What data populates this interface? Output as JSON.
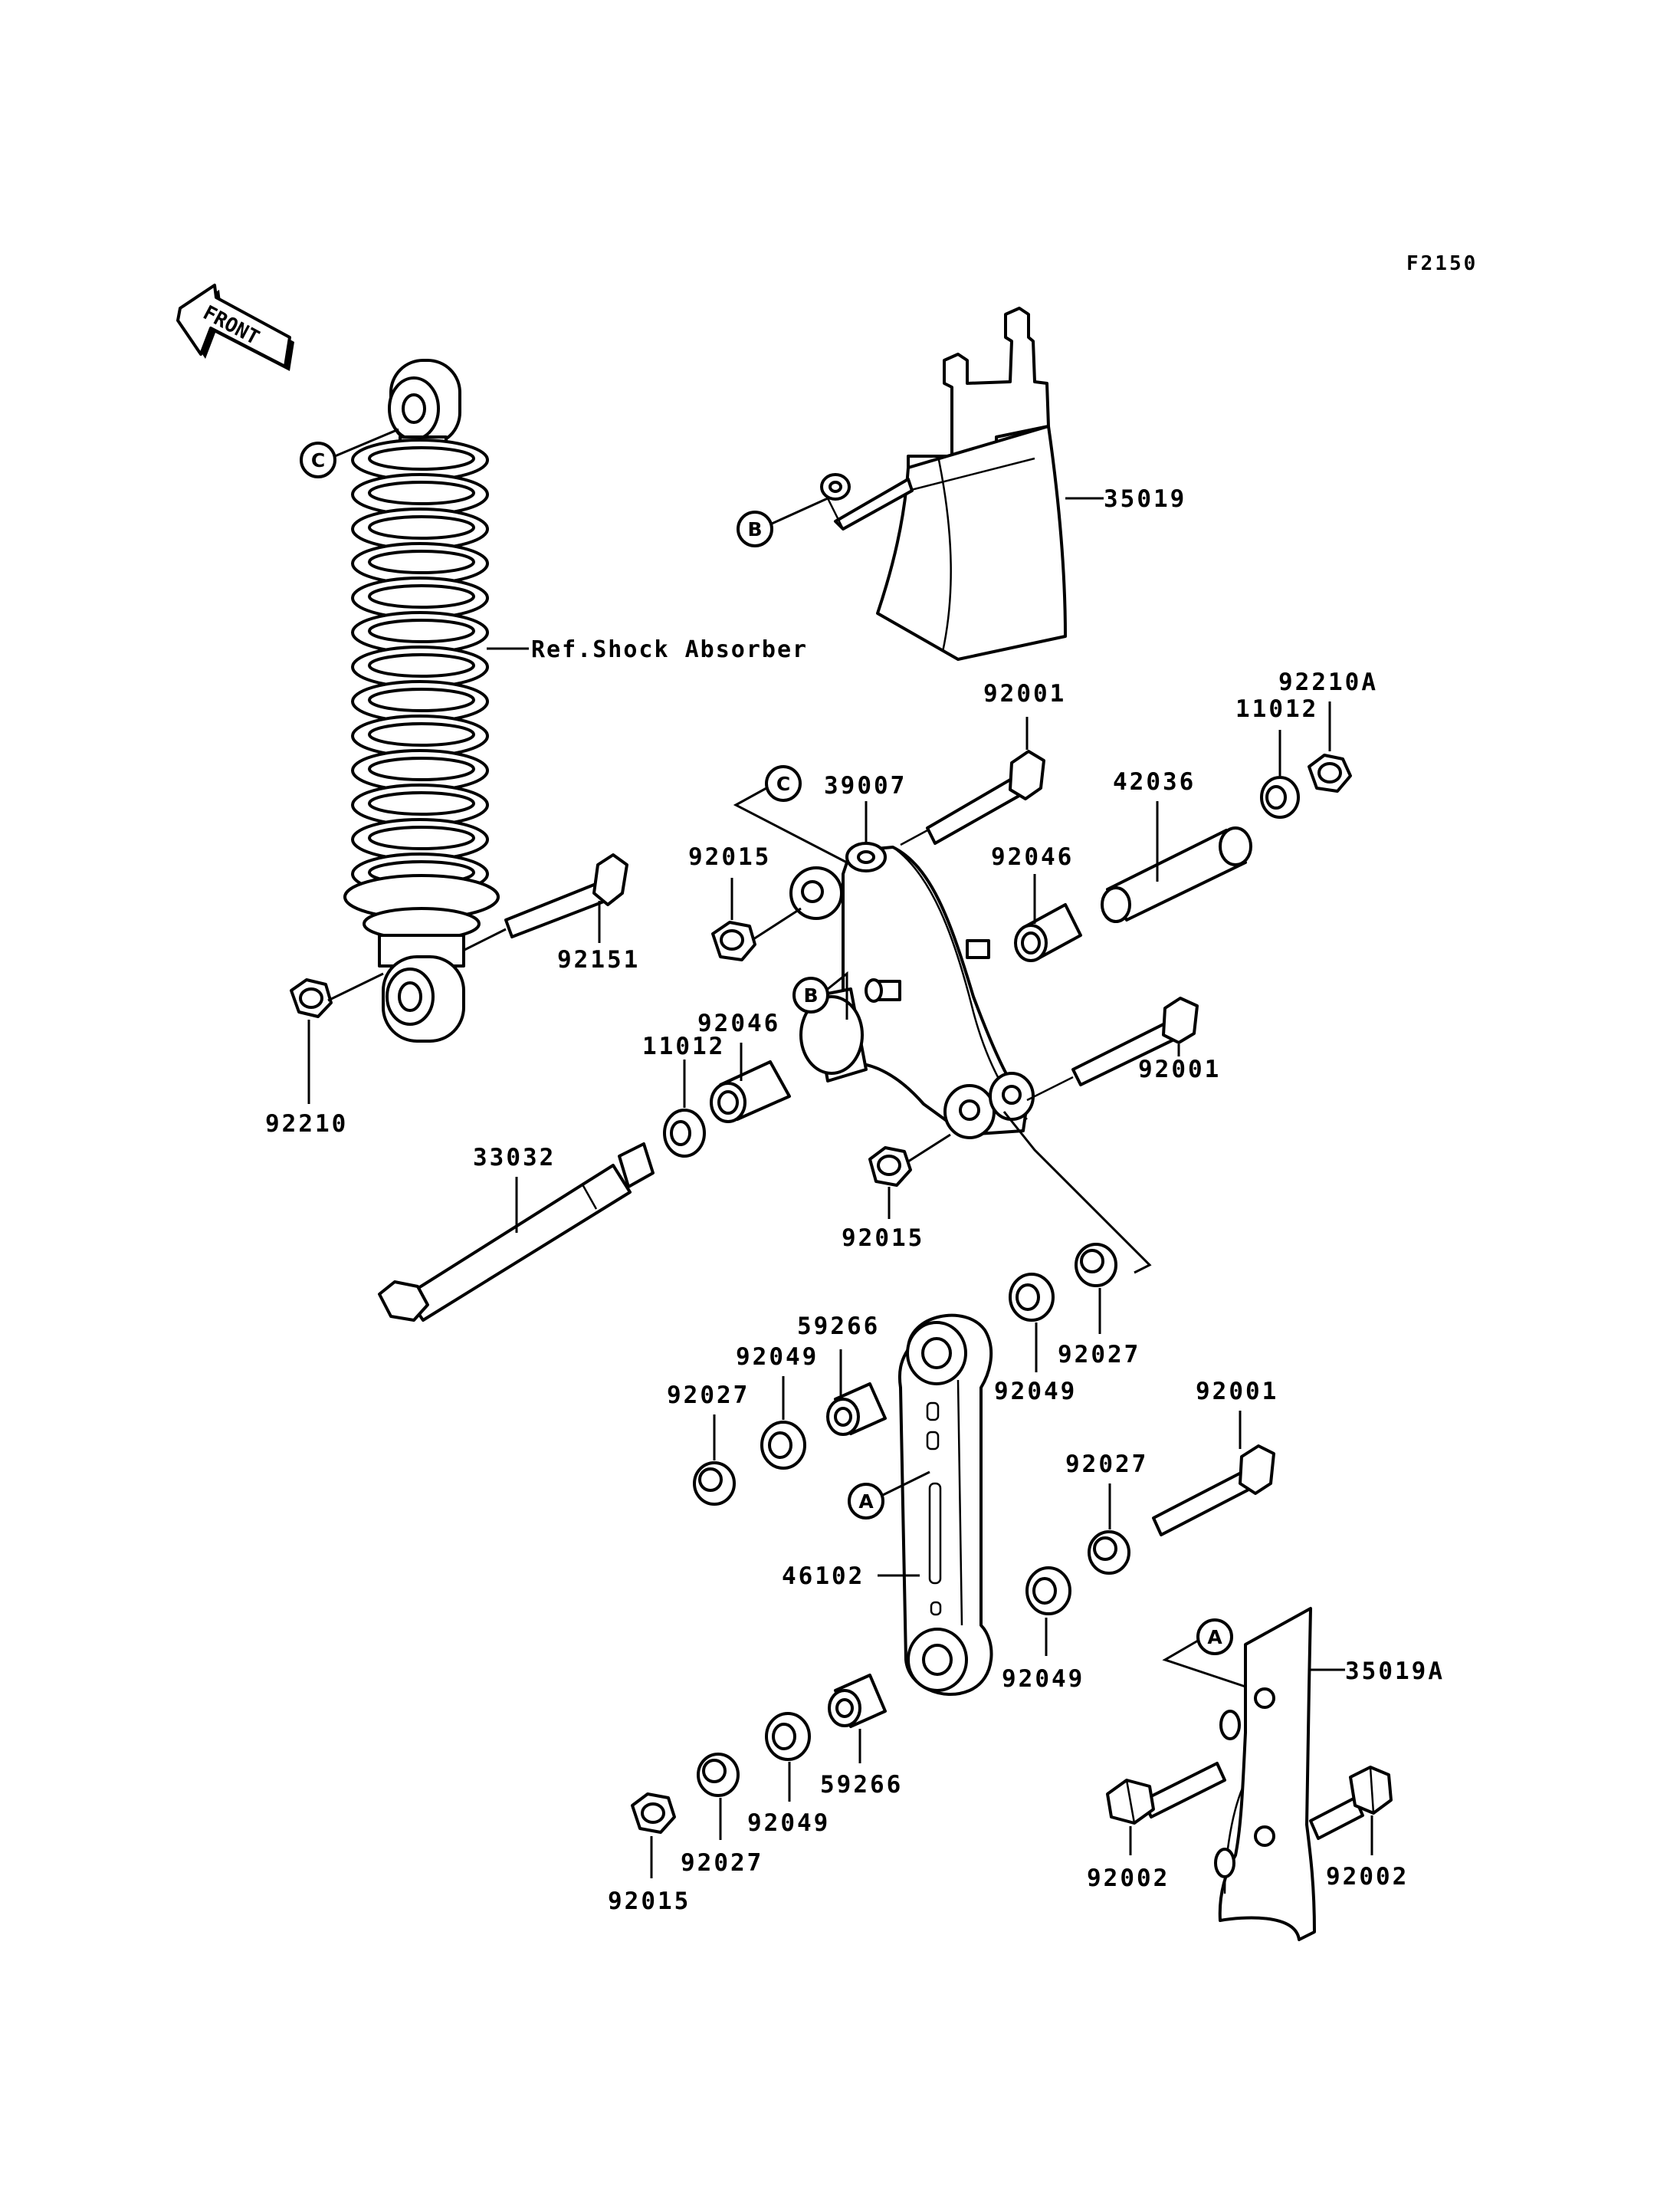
{
  "figure_code": "F2150",
  "front_label": "FRONT",
  "callouts": {
    "a": "A",
    "b": "B",
    "c": "C"
  },
  "parts": {
    "p35019": "35019",
    "p35019a": "35019A",
    "ref_shock": "Ref.Shock Absorber",
    "p39007": "39007",
    "p92001_top": "92001",
    "p92001_right": "92001",
    "p92001_lower": "92001",
    "p42036": "42036",
    "p11012_top": "11012",
    "p92210a": "92210A",
    "p92046_top": "92046",
    "p92046_left": "92046",
    "p11012_left": "11012",
    "p92015_top": "92015",
    "p92015_mid": "92015",
    "p92015_bottom": "92015",
    "p92151": "92151",
    "p92210": "92210",
    "p33032": "33032",
    "p59266_top": "59266",
    "p59266_bottom": "59266",
    "p92049_left_top": "92049",
    "p92049_right_top": "92049",
    "p92049_right_mid": "92049",
    "p92049_bottom": "92049",
    "p92027_left_top": "92027",
    "p92027_right_top": "92027",
    "p92027_right_mid": "92027",
    "p92027_bottom": "92027",
    "p46102": "46102",
    "p92002_left": "92002",
    "p92002_right": "92002"
  }
}
